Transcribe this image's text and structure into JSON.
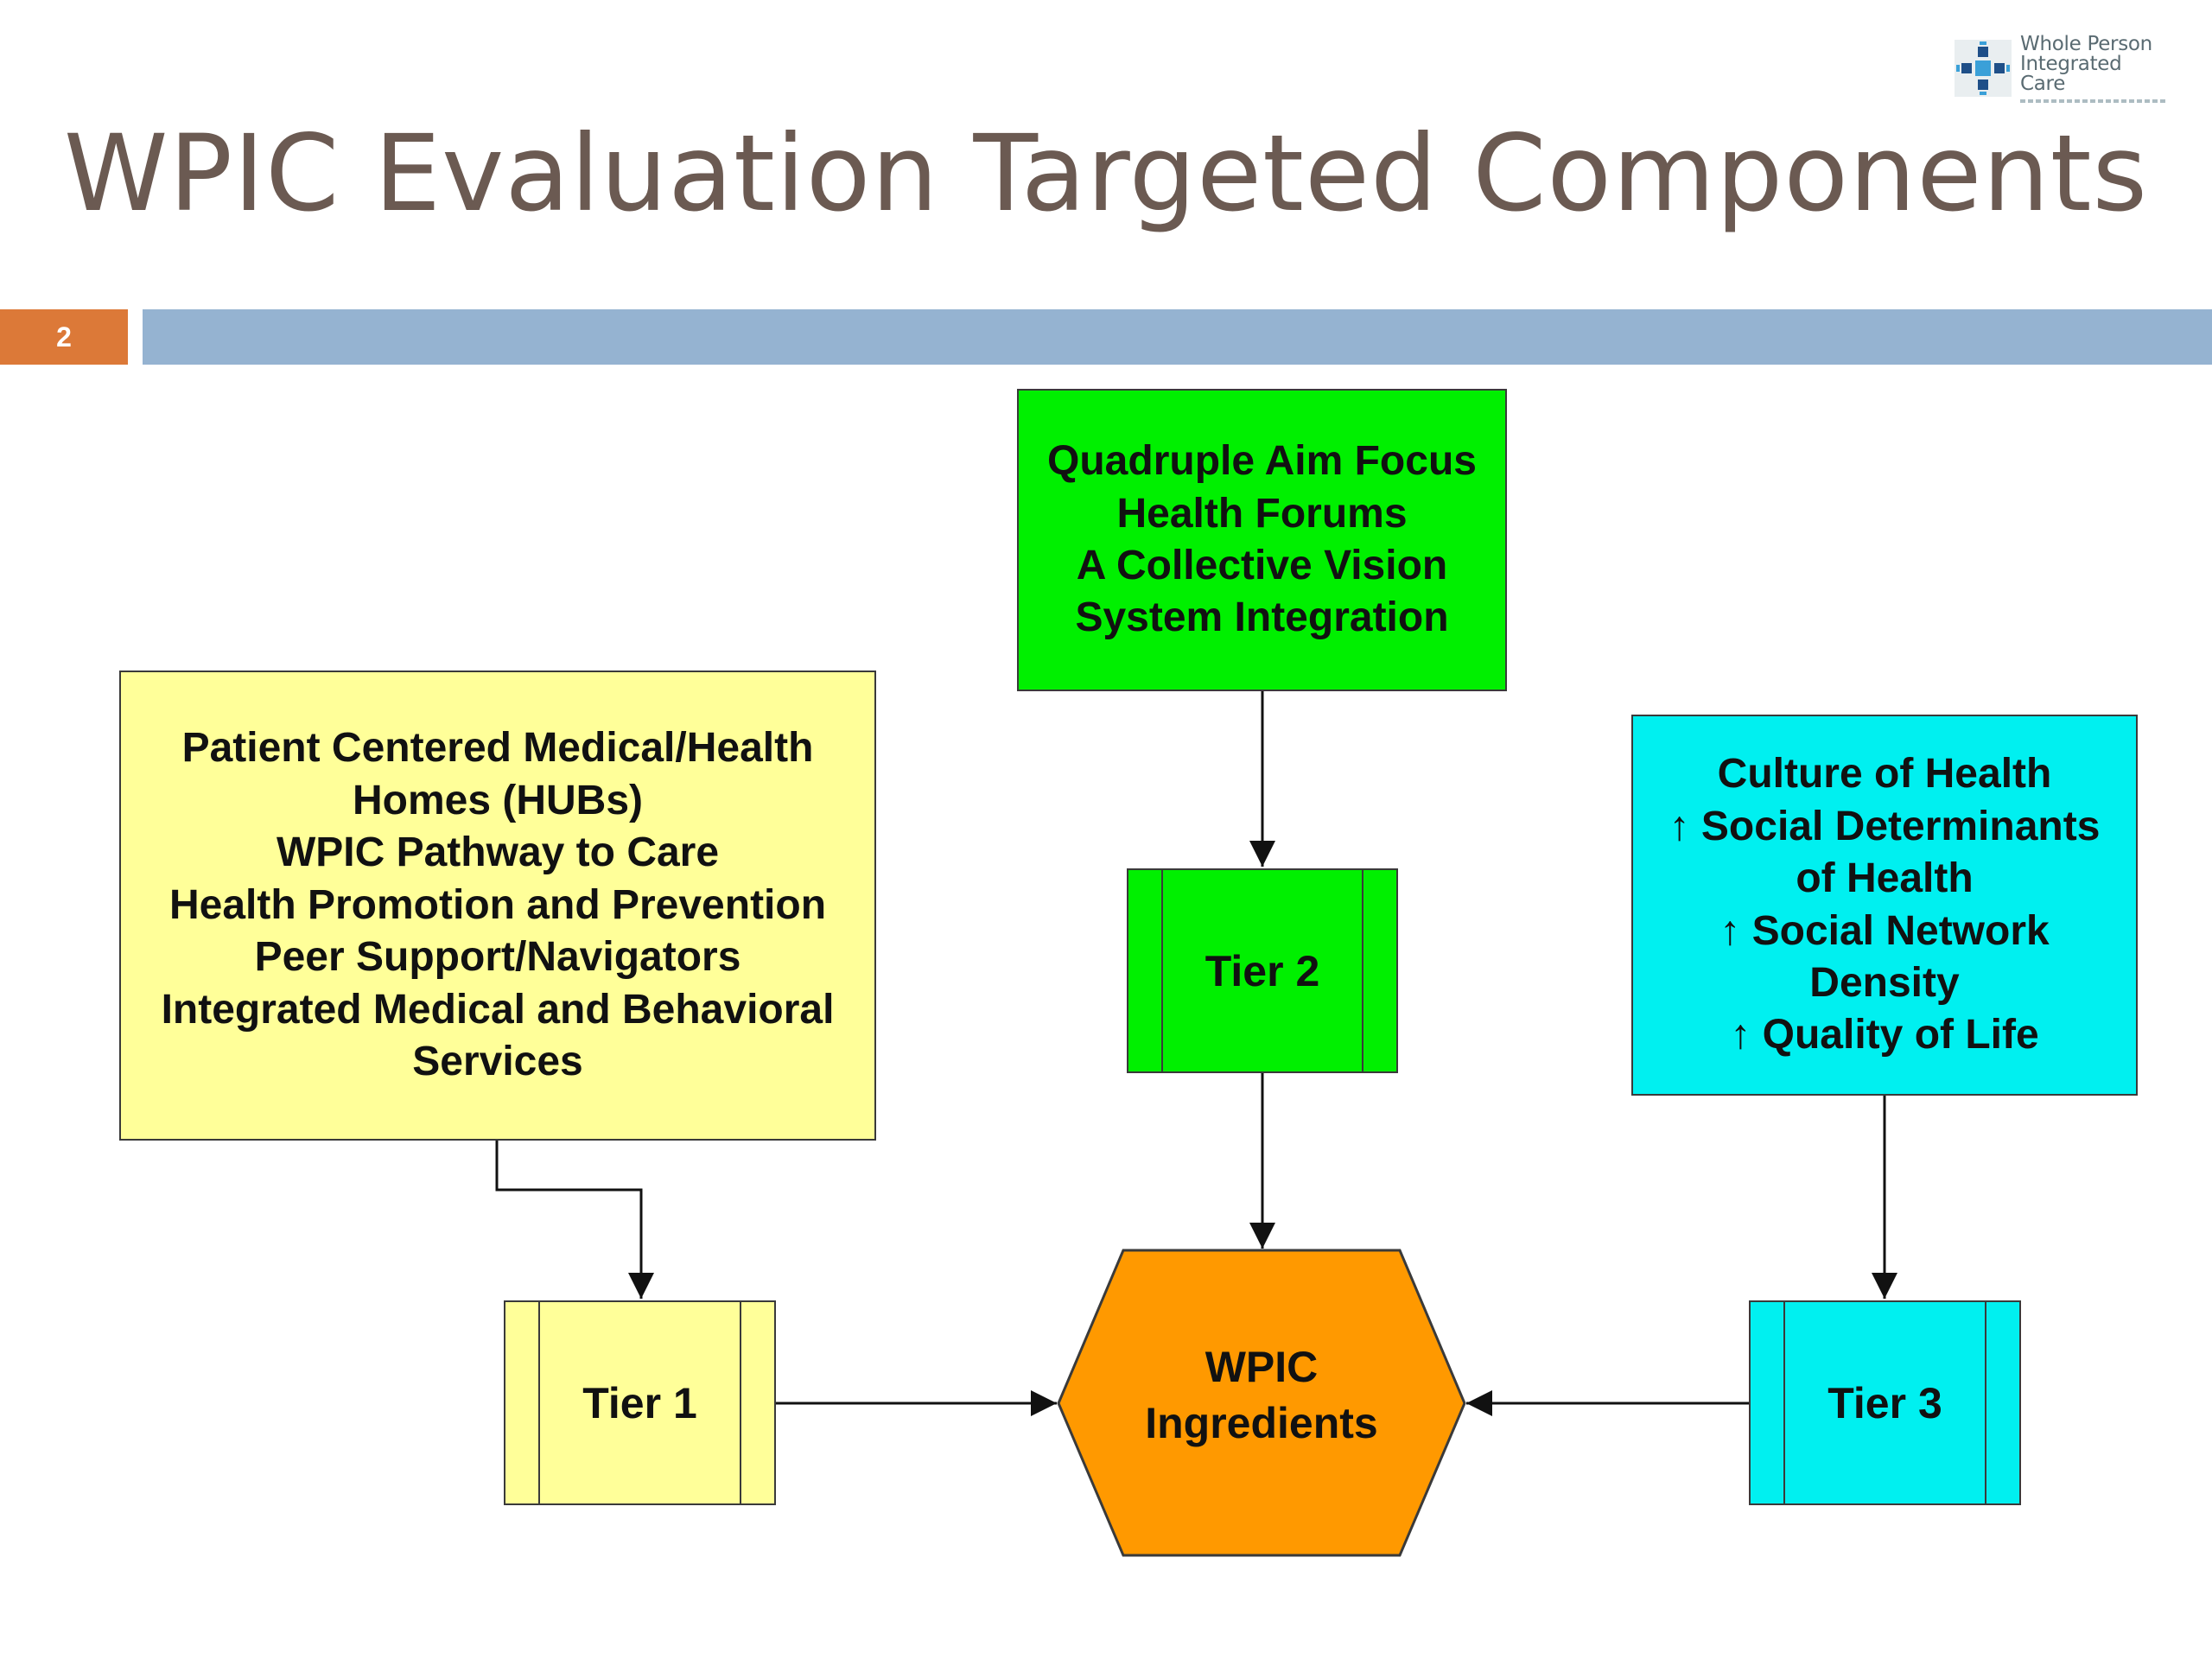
{
  "logo": {
    "line1": "Whole Person",
    "line2": "Integrated Care"
  },
  "slide": {
    "title": "WPIC Evaluation Targeted Components",
    "number": "2"
  },
  "diagram": {
    "top_box": [
      "Quadruple Aim Focus",
      "Health Forums",
      "A Collective Vision",
      "System Integration"
    ],
    "left_box": [
      "Patient Centered Medical/Health",
      "Homes (HUBs)",
      "WPIC Pathway to Care",
      "Health Promotion and Prevention",
      "Peer Support/Navigators",
      "Integrated Medical and Behavioral",
      "Services"
    ],
    "right_box": [
      "Culture of Health",
      "↑ Social Determinants",
      "of Health",
      "↑ Social Network",
      "Density",
      "↑ Quality of Life"
    ],
    "tier1": "Tier 1",
    "tier2": "Tier 2",
    "tier3": "Tier 3",
    "center": [
      "WPIC",
      "Ingredients"
    ]
  },
  "colors": {
    "title": "#6b5a52",
    "slide_number_bg": "#dc7938",
    "title_bar": "#95b3d1",
    "tier1_fill": "#ffff99",
    "tier2_fill": "#00f000",
    "tier3_fill": "#00f0f0",
    "center_fill": "#ff9900"
  }
}
